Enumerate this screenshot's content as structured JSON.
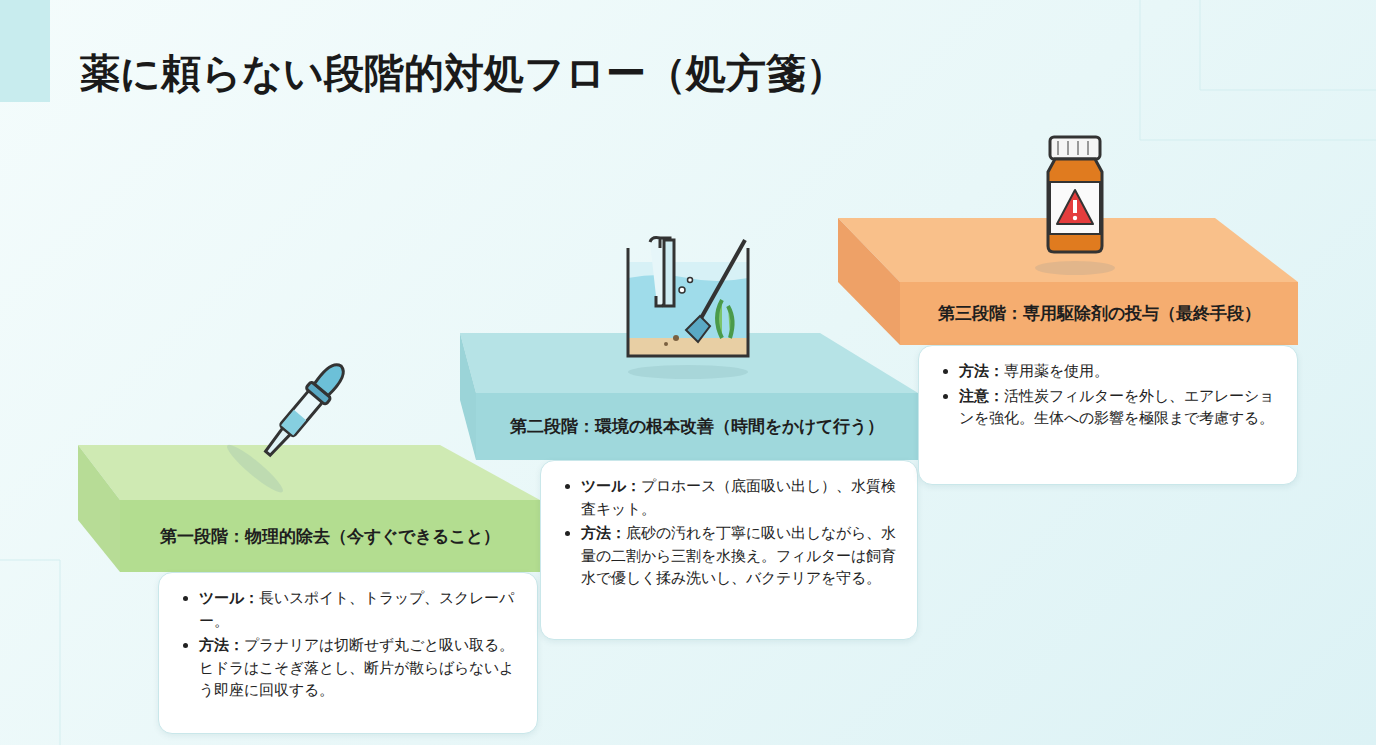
{
  "diagram": {
    "title": "薬に頼らない段階的対処フロー（処方箋）",
    "nodes": [
      {
        "text": [
          "第一段階：物理的除去（今すぐできること）"
        ]
      },
      {
        "text": [
          "ツール：",
          "長いスポイト、トラップ、スクレーパー。",
          "方法：",
          "プラナリアは切断せず丸ごと吸い取る。ヒドラはこそぎ落とし、断片が散らばらないよう即座に回収する。"
        ]
      },
      {
        "text": [
          "第二段階：環境の根本改善（時間をかけて行う）"
        ]
      },
      {
        "text": [
          "ツール：",
          "プロホース（底面吸い出し）、水質検査キット。",
          "方法：",
          "底砂の汚れを丁寧に吸い出しながら、水量の二割から三割を水換え。フィルターは飼育水で優しく揉み洗いし、バクテリアを守る。"
        ]
      },
      {
        "text": [
          "第三段階：専用駆除剤の投与（最終手段）"
        ]
      },
      {
        "text": [
          "方法：",
          "専用薬を使用。",
          "注意：",
          "活性炭フィルターを外し、エアレーションを強化。生体への影響を極限まで考慮する。"
        ]
      }
    ]
  }
}
